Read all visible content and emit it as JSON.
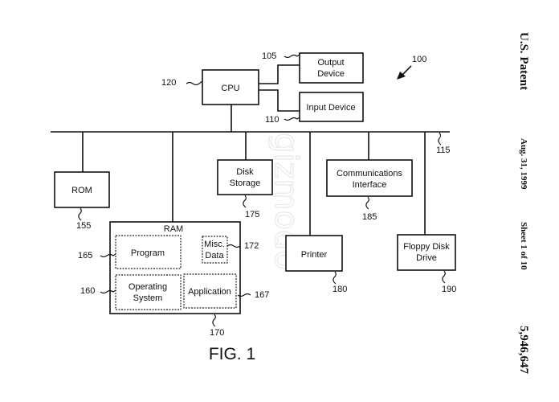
{
  "figure": {
    "title": "FIG. 1",
    "system_ref": "100",
    "bus_ref": "115",
    "watermark": "gizmodo"
  },
  "header": {
    "patent_office": "U.S. Patent",
    "date": "Aug. 31, 1999",
    "sheet": "Sheet 1 of 10",
    "patent_number": "5,946,647"
  },
  "nodes": {
    "cpu": {
      "label": "CPU",
      "ref": "120"
    },
    "output_device": {
      "label_line1": "Output",
      "label_line2": "Device",
      "ref": "105"
    },
    "input_device": {
      "label": "Input Device",
      "ref": "110"
    },
    "rom": {
      "label": "ROM",
      "ref": "155"
    },
    "ram": {
      "label": "RAM",
      "ref": "170"
    },
    "program": {
      "label": "Program",
      "ref": "165"
    },
    "misc_data": {
      "label_line1": "Misc.",
      "label_line2": "Data",
      "ref": "172"
    },
    "operating_system": {
      "label_line1": "Operating",
      "label_line2": "System",
      "ref": "160"
    },
    "application": {
      "label": "Application",
      "ref": "167"
    },
    "disk_storage": {
      "label_line1": "Disk",
      "label_line2": "Storage",
      "ref": "175"
    },
    "communications_interface": {
      "label_line1": "Communications",
      "label_line2": "Interface",
      "ref": "185"
    },
    "printer": {
      "label": "Printer",
      "ref": "180"
    },
    "floppy_disk_drive": {
      "label_line1": "Floppy Disk",
      "label_line2": "Drive",
      "ref": "190"
    }
  },
  "edges": [
    {
      "from": "cpu",
      "to": "output_device"
    },
    {
      "from": "cpu",
      "to": "input_device"
    },
    {
      "from": "cpu",
      "to": "bus"
    },
    {
      "from": "bus",
      "to": "rom"
    },
    {
      "from": "bus",
      "to": "ram"
    },
    {
      "from": "bus",
      "to": "disk_storage"
    },
    {
      "from": "bus",
      "to": "printer"
    },
    {
      "from": "bus",
      "to": "communications_interface"
    },
    {
      "from": "bus",
      "to": "floppy_disk_drive"
    }
  ]
}
